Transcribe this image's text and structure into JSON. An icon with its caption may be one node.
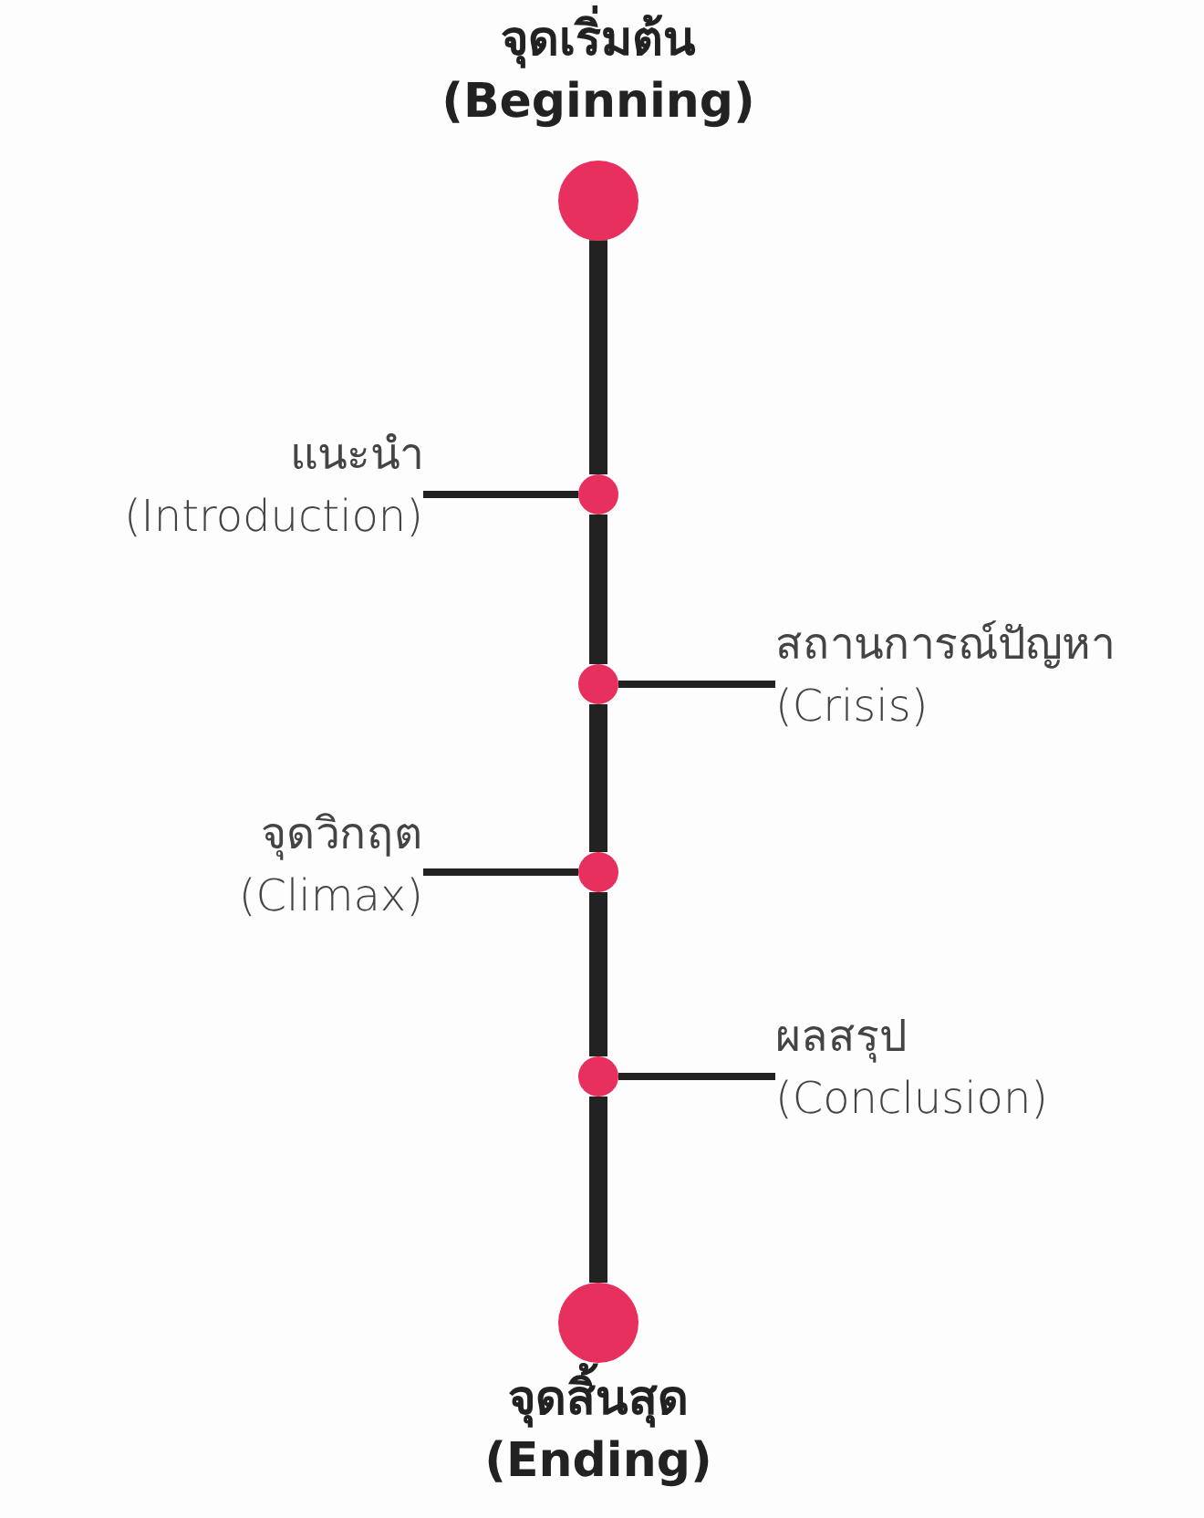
{
  "diagram": {
    "nodes": [
      {
        "text": [
          "จุดเริ่มต้น (Beginning)"
        ]
      },
      {
        "text": [
          "แนะนำ (Introduction)"
        ]
      },
      {
        "text": [],
        "shape": "circle"
      },
      {
        "text": [],
        "shape": "circle"
      },
      {
        "text": [
          "สถานการณ์ปัญหา (Crisis)"
        ]
      },
      {
        "text": [
          "จุดวิกฤต (Climax)"
        ]
      },
      {
        "text": [],
        "shape": "circle"
      },
      {
        "text": [],
        "shape": "circle"
      },
      {
        "text": [
          "ผลสรุป (Conclusion)"
        ]
      },
      {
        "text": [
          "จุดสิ้นสุด (Ending)"
        ]
      }
    ],
    "edges": [
      {
        "from": 0,
        "to": 2,
        "arrow": "none"
      },
      {
        "from": 2,
        "to": 3,
        "arrow": "none"
      },
      {
        "from": 3,
        "to": 6,
        "arrow": "none"
      },
      {
        "from": 6,
        "to": 7,
        "arrow": "none"
      },
      {
        "from": 7,
        "to": 9,
        "arrow": "none"
      },
      {
        "from": 1,
        "to": 2,
        "arrow": "none"
      },
      {
        "from": 4,
        "to": 3,
        "arrow": "none"
      },
      {
        "from": 5,
        "to": 6,
        "arrow": "none"
      },
      {
        "from": 8,
        "to": 7,
        "arrow": "none"
      }
    ]
  }
}
